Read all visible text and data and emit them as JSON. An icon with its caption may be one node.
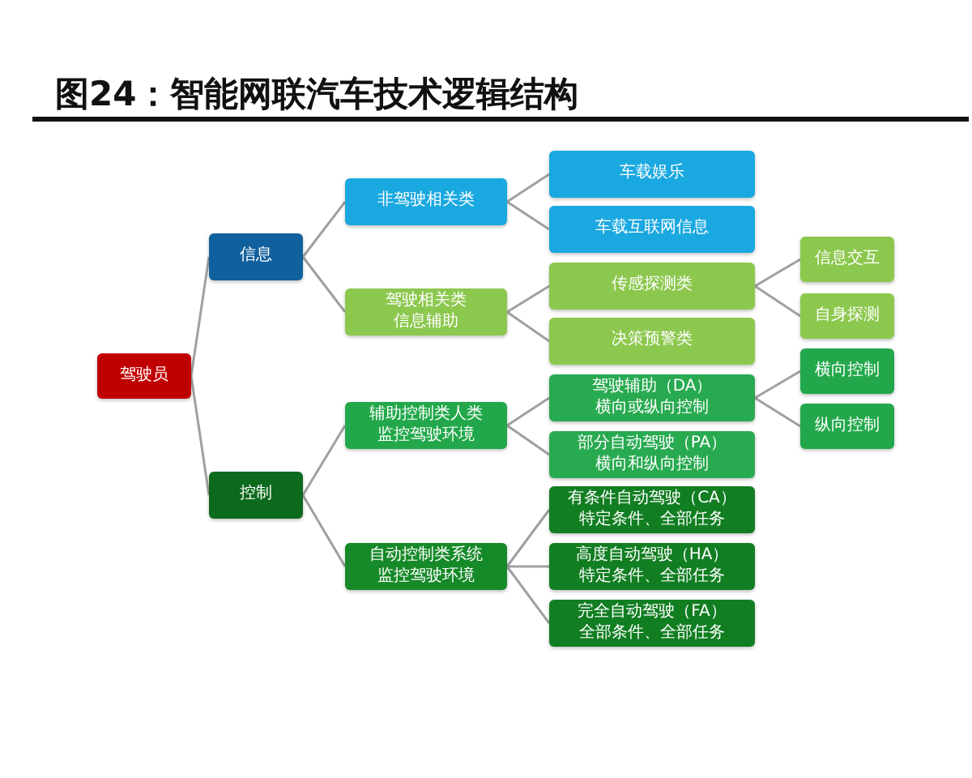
{
  "diagram": {
    "title": "图24：智能网联汽车技术逻辑结构",
    "nodes": [
      {
        "text": [
          "驾驶员"
        ]
      },
      {
        "text": [
          "信息"
        ]
      },
      {
        "text": [
          "控制"
        ]
      },
      {
        "text": [
          "非驾驶相关类"
        ]
      },
      {
        "text": [
          "驾驶相关类信息辅助"
        ]
      },
      {
        "text": [
          "辅助控制类人类监控驾驶环境"
        ]
      },
      {
        "text": [
          "自动控制类系统监控驾驶环境"
        ]
      },
      {
        "text": [
          "车载娱乐"
        ]
      },
      {
        "text": [
          "车载互联网信息"
        ]
      },
      {
        "text": [
          "传感探测类"
        ]
      },
      {
        "text": [
          "决策预警类"
        ]
      },
      {
        "text": [
          "驾驶辅助（DA）横向或纵向控制"
        ]
      },
      {
        "text": [
          "部分自动驾驶（PA）横向和纵向控制"
        ]
      },
      {
        "text": [
          "有条件自动驾驶（CA）特定条件、全部任务"
        ]
      },
      {
        "text": [
          "高度自动驾驶（HA）特定条件、全部任务"
        ]
      },
      {
        "text": [
          "完全自动驾驶（FA）全部条件、全部任务"
        ]
      },
      {
        "text": [
          "信息交互"
        ]
      },
      {
        "text": [
          "自身探测"
        ]
      },
      {
        "text": [
          "横向控制"
        ]
      },
      {
        "text": [
          "纵向控制"
        ]
      }
    ],
    "edges": [
      {
        "from": 0,
        "to": 1,
        "arrow": "none"
      },
      {
        "from": 0,
        "to": 2,
        "arrow": "none"
      },
      {
        "from": 1,
        "to": 3,
        "arrow": "none"
      },
      {
        "from": 1,
        "to": 4,
        "arrow": "none"
      },
      {
        "from": 2,
        "to": 5,
        "arrow": "none"
      },
      {
        "from": 2,
        "to": 6,
        "arrow": "none"
      },
      {
        "from": 3,
        "to": 7,
        "arrow": "none"
      },
      {
        "from": 3,
        "to": 8,
        "arrow": "none"
      },
      {
        "from": 4,
        "to": 9,
        "arrow": "none"
      },
      {
        "from": 4,
        "to": 10,
        "arrow": "none"
      },
      {
        "from": 5,
        "to": 11,
        "arrow": "none"
      },
      {
        "from": 5,
        "to": 12,
        "arrow": "none"
      },
      {
        "from": 6,
        "to": 13,
        "arrow": "none"
      },
      {
        "from": 6,
        "to": 14,
        "arrow": "none"
      },
      {
        "from": 6,
        "to": 15,
        "arrow": "none"
      },
      {
        "from": 9,
        "to": 16,
        "arrow": "none"
      },
      {
        "from": 9,
        "to": 17,
        "arrow": "none"
      },
      {
        "from": 11,
        "to": 18,
        "arrow": "none"
      },
      {
        "from": 11,
        "to": 19,
        "arrow": "none"
      }
    ]
  }
}
